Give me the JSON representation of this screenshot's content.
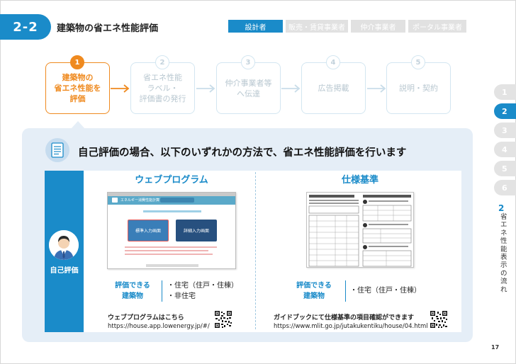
{
  "header": {
    "section_number": "2-2",
    "section_title": "建築物の省エネ性能評価",
    "roles": [
      {
        "label": "設計者",
        "active": true
      },
      {
        "label": "販売・賃貸事業者",
        "active": false
      },
      {
        "label": "仲介事業者",
        "active": false
      },
      {
        "label": "ポータル事業者",
        "active": false
      }
    ]
  },
  "flow": [
    {
      "num": "1",
      "label": "建築物の\n省エネ性能を\n評価",
      "active": true
    },
    {
      "num": "2",
      "label": "省エネ性能\nラベル・\n評価書の発行",
      "active": false
    },
    {
      "num": "3",
      "label": "仲介事業者等\nへ伝達",
      "active": false
    },
    {
      "num": "4",
      "label": "広告掲載",
      "active": false
    },
    {
      "num": "5",
      "label": "説明・契約",
      "active": false
    }
  ],
  "panel": {
    "heading": "自己評価の場合、以下のいずれかの方法で、省エネ性能評価を行います",
    "side_label": "自己評価",
    "web": {
      "title": "ウェブプログラム",
      "screenshot": {
        "header_text": "エネルギー消費性能計算プログラム",
        "card1": "標準入力画面",
        "card2": "詳細入力画面"
      },
      "eval_label_1": "評価できる",
      "eval_label_2": "建築物",
      "items": [
        "・住宅（住戸・住棟）",
        "・非住宅"
      ],
      "note": "ウェブプログラムはこちら",
      "url": "https://house.app.lowenergy.jp/#/"
    },
    "spec": {
      "title": "仕様基準",
      "eval_label_1": "評価できる",
      "eval_label_2": "建築物",
      "items": [
        "・住宅（住戸・住棟）"
      ],
      "note": "ガイドブックにて仕様基準の項目確認ができます",
      "url": "https://www.mlit.go.jp/jutakukentiku/house/04.html"
    }
  },
  "index_tabs": [
    {
      "num": "1",
      "active": false
    },
    {
      "num": "2",
      "active": true
    },
    {
      "num": "3",
      "active": false
    },
    {
      "num": "4",
      "active": false
    },
    {
      "num": "5",
      "active": false
    },
    {
      "num": "6",
      "active": false
    }
  ],
  "index_active": {
    "num": "2",
    "title": "省エネ性能表示の流れ"
  },
  "page_number": "17",
  "colors": {
    "accent": "#1a8bc9",
    "orange": "#ef8a1f",
    "panel_bg": "#e5eef7",
    "inactive": "#e3e3e3"
  }
}
